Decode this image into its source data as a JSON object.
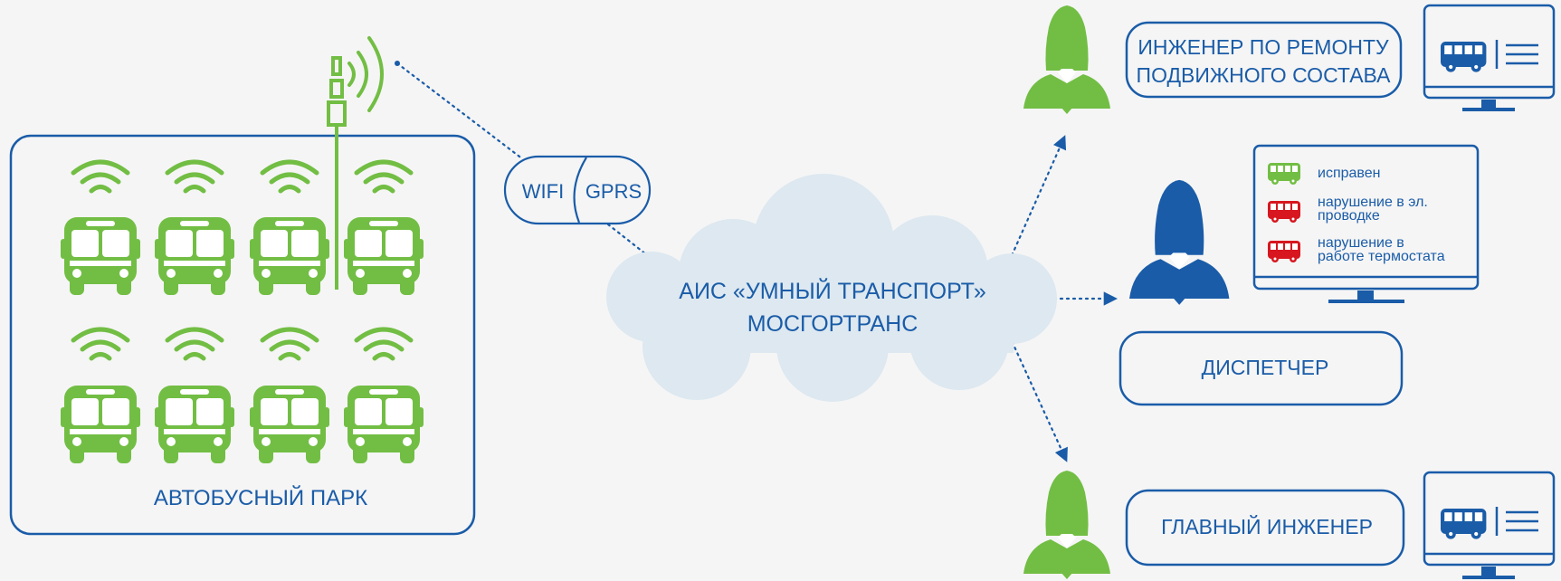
{
  "colors": {
    "brand_blue": "#1a5ca8",
    "bus_green": "#72be44",
    "alert_red": "#d7161f",
    "cloud": "#dde8f0",
    "background": "#f5f5f5"
  },
  "depot": {
    "label": "АВТОБУСНЫЙ ПАРК",
    "bus_count": 8
  },
  "link": {
    "wifi_label": "WIFI",
    "gprs_label": "GPRS"
  },
  "cloud": {
    "line1": "АИС «УМНЫЙ ТРАНСПОРТ»",
    "line2": "МОСГОРТРАНС"
  },
  "roles": {
    "repair_engineer": {
      "line1": "ИНЖЕНЕР ПО РЕМОНТУ",
      "line2": "ПОДВИЖНОГО СОСТАВА"
    },
    "dispatcher": {
      "label": "ДИСПЕТЧЕР"
    },
    "chief_engineer": {
      "label": "ГЛАВНЫЙ ИНЖЕНЕР"
    }
  },
  "legend": {
    "ok": "исправен",
    "wiring_l1": "нарушение в эл.",
    "wiring_l2": "проводке",
    "thermo_l1": "нарушение в",
    "thermo_l2": "работе термостата"
  },
  "icons": {
    "bus": "bus-icon",
    "wifi": "wifi-icon",
    "antenna": "antenna-icon",
    "person": "person-icon",
    "monitor": "monitor-icon"
  }
}
